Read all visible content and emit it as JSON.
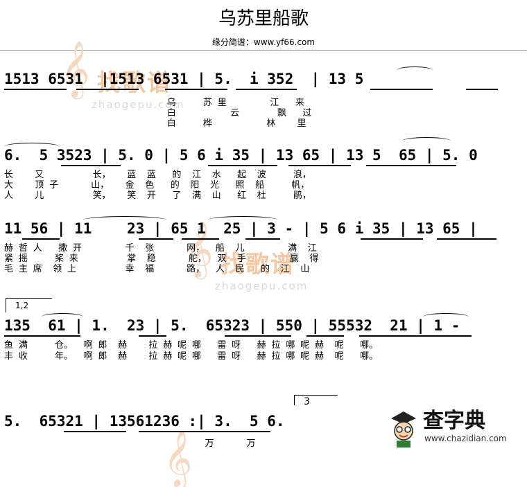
{
  "header": {
    "title": "乌苏里船歌",
    "subtitle": "缘分简谱：www.yf66.com"
  },
  "watermarks": {
    "site_cn": "找歌谱",
    "site_url": "zhaogepu.com"
  },
  "logo": {
    "text": "查字典",
    "url": "www.chazidian.com"
  },
  "lines": [
    {
      "notes": "1513 6531  |1513 6531 | 5.  i 352  | 13 5",
      "lyrics": [
        "                              乌     苏 里        江   来",
        "                              白          云       飘   过",
        "                              白     桦          林    里"
      ]
    },
    {
      "notes": "6.  5 3523 | 5. 0 | 5 6 i 35 | 13 65 | 13 5  65 | 5. 0",
      "lyrics": [
        "长    又         长，   蓝  蓝   的  江  水   起  波     浪，",
        "大    顶 子      山，   金  色   的  阳  光   照  船     帆，",
        "人    儿         笑，   笑  开   了  满  山   红  杜     鹃，"
      ]
    },
    {
      "notes": "11 56 | 11    23 | 65 1  25 | 3 - | 5 6 i 35 | 13 65 |",
      "lyrics": [
        "赫 哲 人   撒 开        千  张      网，  船  儿        满  江",
        "紧 摇     桨 来         掌  稳      舵，  双  手        赢  得",
        "毛 主 席  领 上         幸  福      路，  人  民   的  江  山"
      ]
    },
    {
      "notes": "135  61 | 1.  23 | 5.  65323 | 550 | 55532  21 | 1 -",
      "lyrics": [
        "鱼 满     仓。  啊 郎  赫    拉 赫 呢 哪   雷 呀   赫 拉 哪 呢 赫  呢   哪。",
        "丰 收     年。  啊 郎  赫    拉 赫 呢 哪   雷 呀   赫 拉 哪 呢 赫  呢   哪。"
      ]
    },
    {
      "notes": "5.  65321 | 13561236 :| 3.  5 6.",
      "lyrics": [
        "                                     万      万"
      ]
    }
  ],
  "volta": "1,2",
  "triplet": "3"
}
